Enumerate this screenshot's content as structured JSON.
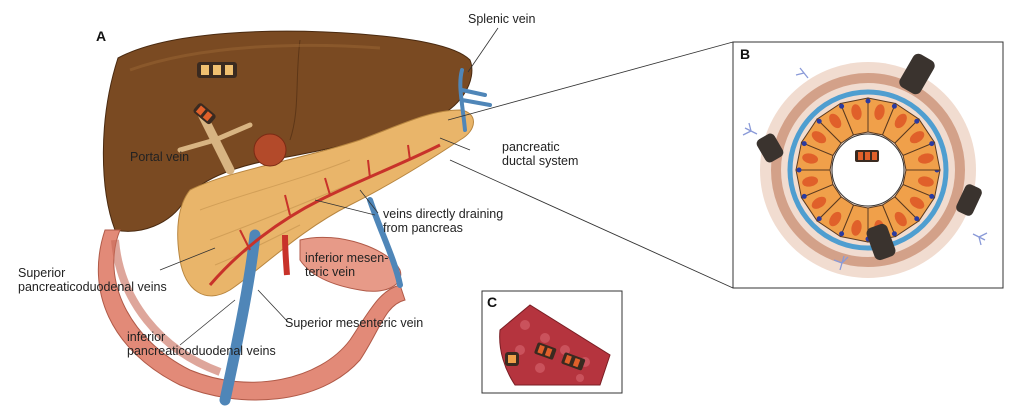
{
  "panels": {
    "a": "A",
    "b": "B",
    "c": "C"
  },
  "labels": {
    "splenic_vein": "Splenic vein",
    "portal_vein": "Portal vein",
    "pancreatic_ductal_system": "pancreatic\nductal system",
    "veins_draining": "veins directly draining\nfrom pancreas",
    "inferior_mesenteric_vein": "inferior mesen-\nteric vein",
    "superior_pancreaticoduodenal": "Superior\npancreaticoduodenal veins",
    "superior_mesenteric_vein": "Superior mesenteric vein",
    "inferior_pancreaticoduodenal": "inferior\npancreaticoduodenal veins"
  },
  "colors": {
    "liver": "#7a4a22",
    "liver_dark": "#5c3416",
    "pancreas": "#e9b56a",
    "duodenum": "#e28a78",
    "vein_blue": "#4f86b8",
    "artery_red": "#c8322a",
    "duct_cell": "#f0a04a",
    "nucleus": "#e0602a"
  }
}
